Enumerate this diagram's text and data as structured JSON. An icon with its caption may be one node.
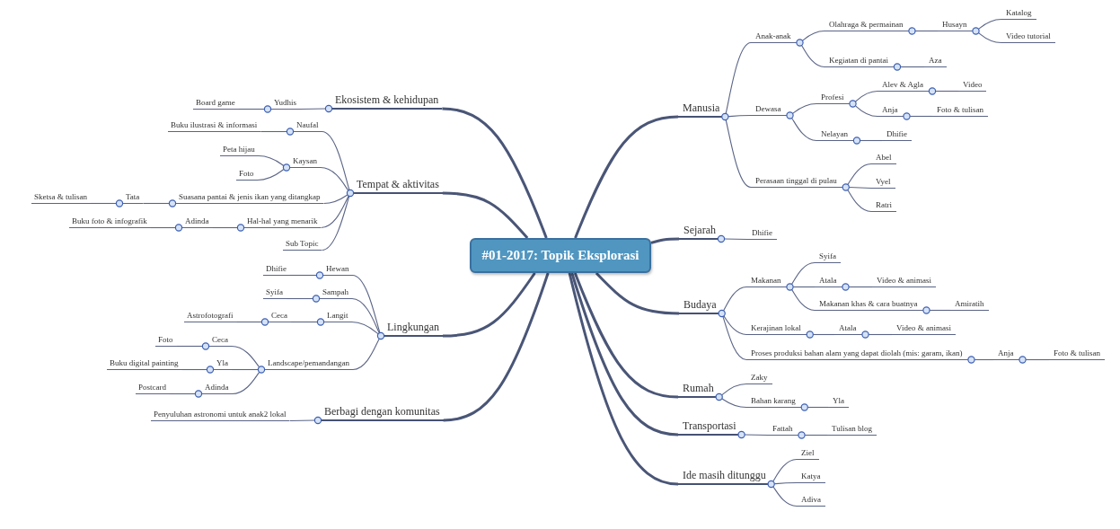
{
  "diagram": {
    "nodes": [
      {
        "text": [
          "#01-2017: Topik Eksplorasi"
        ]
      },
      {
        "text": [
          "Ekosistem & kehidupan"
        ]
      },
      {
        "text": [
          "Yudhis"
        ]
      },
      {
        "text": [
          "Board game"
        ]
      },
      {
        "text": [
          "Tempat & aktivitas"
        ]
      },
      {
        "text": [
          "Naufal"
        ]
      },
      {
        "text": [
          "Buku ilustrasi & informasi"
        ]
      },
      {
        "text": [
          "Kaysan"
        ]
      },
      {
        "text": [
          "Peta hijau"
        ]
      },
      {
        "text": [
          "Foto"
        ]
      },
      {
        "text": [
          "Suasana pantai & jenis ikan yang ditangkap"
        ]
      },
      {
        "text": [
          "Tata"
        ]
      },
      {
        "text": [
          "Sketsa & tulisan"
        ]
      },
      {
        "text": [
          "Hal-hal yang menarik"
        ]
      },
      {
        "text": [
          "Adinda"
        ]
      },
      {
        "text": [
          "Buku foto & infografik"
        ]
      },
      {
        "text": [
          "Sub Topic"
        ]
      },
      {
        "text": [
          "Lingkungan"
        ]
      },
      {
        "text": [
          "Hewan"
        ]
      },
      {
        "text": [
          "Dhifie"
        ]
      },
      {
        "text": [
          "Sampah"
        ]
      },
      {
        "text": [
          "Syifa"
        ]
      },
      {
        "text": [
          "Langit"
        ]
      },
      {
        "text": [
          "Ceca"
        ]
      },
      {
        "text": [
          "Astrofotografi"
        ]
      },
      {
        "text": [
          "Landscape/pemandangan"
        ]
      },
      {
        "text": [
          "Ceca"
        ]
      },
      {
        "text": [
          "Foto"
        ]
      },
      {
        "text": [
          "Yla"
        ]
      },
      {
        "text": [
          "Buku digital painting"
        ]
      },
      {
        "text": [
          "Adinda"
        ]
      },
      {
        "text": [
          "Postcard"
        ]
      },
      {
        "text": [
          "Berbagi dengan komunitas"
        ]
      },
      {
        "text": [
          "Penyuluhan astronomi untuk anak2 lokal"
        ]
      },
      {
        "text": [
          "Manusia"
        ]
      },
      {
        "text": [
          "Anak-anak"
        ]
      },
      {
        "text": [
          "Olahraga & permainan"
        ]
      },
      {
        "text": [
          "Husayn"
        ]
      },
      {
        "text": [
          "Katalog"
        ]
      },
      {
        "text": [
          "Video tutorial"
        ]
      },
      {
        "text": [
          "Kegiatan di pantai"
        ]
      },
      {
        "text": [
          "Aza"
        ]
      },
      {
        "text": [
          "Dewasa"
        ]
      },
      {
        "text": [
          "Profesi"
        ]
      },
      {
        "text": [
          "Alev & Agla"
        ]
      },
      {
        "text": [
          "Video"
        ]
      },
      {
        "text": [
          "Anja"
        ]
      },
      {
        "text": [
          "Foto & tulisan"
        ]
      },
      {
        "text": [
          "Nelayan"
        ]
      },
      {
        "text": [
          "Dhifie"
        ]
      },
      {
        "text": [
          "Perasaan tinggal di pulau"
        ]
      },
      {
        "text": [
          "Abel"
        ]
      },
      {
        "text": [
          "Vyel"
        ]
      },
      {
        "text": [
          "Ratri"
        ]
      },
      {
        "text": [
          "Sejarah"
        ]
      },
      {
        "text": [
          "Dhifie"
        ]
      },
      {
        "text": [
          "Budaya"
        ]
      },
      {
        "text": [
          "Makanan"
        ]
      },
      {
        "text": [
          "Syifa"
        ]
      },
      {
        "text": [
          "Atala"
        ]
      },
      {
        "text": [
          "Video & animasi"
        ]
      },
      {
        "text": [
          "Makanan khas & cara buatnya"
        ]
      },
      {
        "text": [
          "Amiratih"
        ]
      },
      {
        "text": [
          "Kerajinan lokal"
        ]
      },
      {
        "text": [
          "Atala"
        ]
      },
      {
        "text": [
          "Video & animasi"
        ]
      },
      {
        "text": [
          "Proses produksi bahan alam yang dapat diolah (mis: garam, ikan)"
        ]
      },
      {
        "text": [
          "Anja"
        ]
      },
      {
        "text": [
          "Foto & tulisan"
        ]
      },
      {
        "text": [
          "Rumah"
        ]
      },
      {
        "text": [
          "Zaky"
        ]
      },
      {
        "text": [
          "Bahan karang"
        ]
      },
      {
        "text": [
          "Yla"
        ]
      },
      {
        "text": [
          "Transportasi"
        ]
      },
      {
        "text": [
          "Fattah"
        ]
      },
      {
        "text": [
          "Tulisan blog"
        ]
      },
      {
        "text": [
          "Ide masih ditunggu"
        ]
      },
      {
        "text": [
          "Ziel"
        ]
      },
      {
        "text": [
          "Katya"
        ]
      },
      {
        "text": [
          "Adiva"
        ]
      }
    ],
    "edges": [
      {
        "from": 0,
        "to": 1,
        "arrow": "none",
        "style": "thick"
      },
      {
        "from": 1,
        "to": 2,
        "arrow": "none"
      },
      {
        "from": 2,
        "to": 3,
        "arrow": "none"
      },
      {
        "from": 0,
        "to": 4,
        "arrow": "none",
        "style": "thick"
      },
      {
        "from": 4,
        "to": 5,
        "arrow": "none"
      },
      {
        "from": 5,
        "to": 6,
        "arrow": "none"
      },
      {
        "from": 4,
        "to": 7,
        "arrow": "none"
      },
      {
        "from": 7,
        "to": 8,
        "arrow": "none"
      },
      {
        "from": 7,
        "to": 9,
        "arrow": "none"
      },
      {
        "from": 4,
        "to": 10,
        "arrow": "none"
      },
      {
        "from": 10,
        "to": 11,
        "arrow": "none"
      },
      {
        "from": 11,
        "to": 12,
        "arrow": "none"
      },
      {
        "from": 4,
        "to": 13,
        "arrow": "none"
      },
      {
        "from": 13,
        "to": 14,
        "arrow": "none"
      },
      {
        "from": 14,
        "to": 15,
        "arrow": "none"
      },
      {
        "from": 4,
        "to": 16,
        "arrow": "none"
      },
      {
        "from": 0,
        "to": 17,
        "arrow": "none",
        "style": "thick"
      },
      {
        "from": 17,
        "to": 18,
        "arrow": "none"
      },
      {
        "from": 18,
        "to": 19,
        "arrow": "none"
      },
      {
        "from": 17,
        "to": 20,
        "arrow": "none"
      },
      {
        "from": 20,
        "to": 21,
        "arrow": "none"
      },
      {
        "from": 17,
        "to": 22,
        "arrow": "none"
      },
      {
        "from": 22,
        "to": 23,
        "arrow": "none"
      },
      {
        "from": 23,
        "to": 24,
        "arrow": "none"
      },
      {
        "from": 17,
        "to": 25,
        "arrow": "none"
      },
      {
        "from": 25,
        "to": 26,
        "arrow": "none"
      },
      {
        "from": 26,
        "to": 27,
        "arrow": "none"
      },
      {
        "from": 25,
        "to": 28,
        "arrow": "none"
      },
      {
        "from": 28,
        "to": 29,
        "arrow": "none"
      },
      {
        "from": 25,
        "to": 30,
        "arrow": "none"
      },
      {
        "from": 30,
        "to": 31,
        "arrow": "none"
      },
      {
        "from": 0,
        "to": 32,
        "arrow": "none",
        "style": "thick"
      },
      {
        "from": 32,
        "to": 33,
        "arrow": "none"
      },
      {
        "from": 0,
        "to": 34,
        "arrow": "none",
        "style": "thick"
      },
      {
        "from": 34,
        "to": 35,
        "arrow": "none"
      },
      {
        "from": 35,
        "to": 36,
        "arrow": "none"
      },
      {
        "from": 36,
        "to": 37,
        "arrow": "none"
      },
      {
        "from": 37,
        "to": 38,
        "arrow": "none"
      },
      {
        "from": 37,
        "to": 39,
        "arrow": "none"
      },
      {
        "from": 35,
        "to": 40,
        "arrow": "none"
      },
      {
        "from": 40,
        "to": 41,
        "arrow": "none"
      },
      {
        "from": 34,
        "to": 42,
        "arrow": "none"
      },
      {
        "from": 42,
        "to": 43,
        "arrow": "none"
      },
      {
        "from": 43,
        "to": 44,
        "arrow": "none"
      },
      {
        "from": 44,
        "to": 45,
        "arrow": "none"
      },
      {
        "from": 43,
        "to": 46,
        "arrow": "none"
      },
      {
        "from": 46,
        "to": 47,
        "arrow": "none"
      },
      {
        "from": 42,
        "to": 48,
        "arrow": "none"
      },
      {
        "from": 48,
        "to": 49,
        "arrow": "none"
      },
      {
        "from": 34,
        "to": 50,
        "arrow": "none"
      },
      {
        "from": 50,
        "to": 51,
        "arrow": "none"
      },
      {
        "from": 50,
        "to": 52,
        "arrow": "none"
      },
      {
        "from": 50,
        "to": 53,
        "arrow": "none"
      },
      {
        "from": 0,
        "to": 54,
        "arrow": "none",
        "style": "thick"
      },
      {
        "from": 54,
        "to": 55,
        "arrow": "none"
      },
      {
        "from": 0,
        "to": 56,
        "arrow": "none",
        "style": "thick"
      },
      {
        "from": 56,
        "to": 57,
        "arrow": "none"
      },
      {
        "from": 57,
        "to": 58,
        "arrow": "none"
      },
      {
        "from": 57,
        "to": 59,
        "arrow": "none"
      },
      {
        "from": 59,
        "to": 60,
        "arrow": "none"
      },
      {
        "from": 57,
        "to": 61,
        "arrow": "none"
      },
      {
        "from": 61,
        "to": 62,
        "arrow": "none"
      },
      {
        "from": 56,
        "to": 63,
        "arrow": "none"
      },
      {
        "from": 63,
        "to": 64,
        "arrow": "none"
      },
      {
        "from": 64,
        "to": 65,
        "arrow": "none"
      },
      {
        "from": 56,
        "to": 66,
        "arrow": "none"
      },
      {
        "from": 66,
        "to": 67,
        "arrow": "none"
      },
      {
        "from": 67,
        "to": 68,
        "arrow": "none"
      },
      {
        "from": 0,
        "to": 69,
        "arrow": "none",
        "style": "thick"
      },
      {
        "from": 69,
        "to": 70,
        "arrow": "none"
      },
      {
        "from": 69,
        "to": 71,
        "arrow": "none"
      },
      {
        "from": 71,
        "to": 72,
        "arrow": "none"
      },
      {
        "from": 0,
        "to": 73,
        "arrow": "none",
        "style": "thick"
      },
      {
        "from": 73,
        "to": 74,
        "arrow": "none"
      },
      {
        "from": 74,
        "to": 75,
        "arrow": "none"
      },
      {
        "from": 0,
        "to": 76,
        "arrow": "none",
        "style": "thick"
      },
      {
        "from": 76,
        "to": 77,
        "arrow": "none"
      },
      {
        "from": 76,
        "to": 78,
        "arrow": "none"
      },
      {
        "from": 76,
        "to": 79,
        "arrow": "none"
      }
    ]
  }
}
